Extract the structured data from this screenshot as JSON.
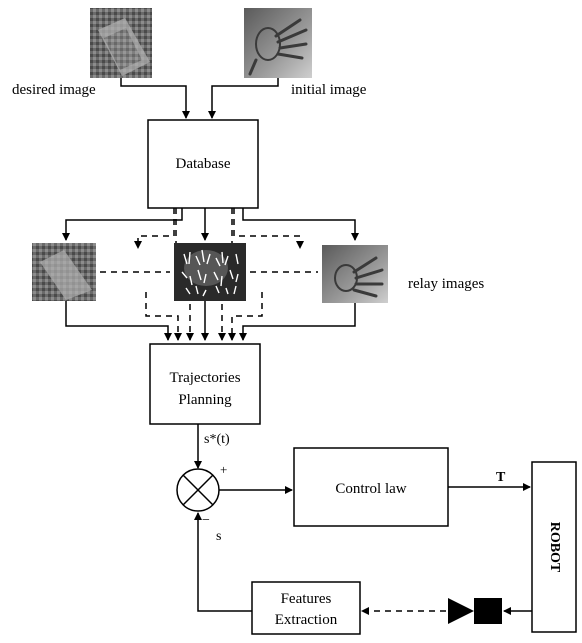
{
  "labels": {
    "desired_image": "desired image",
    "initial_image": "initial image",
    "database": "Database",
    "relay_images": "relay images",
    "trajectories_line1": "Trajectories",
    "trajectories_line2": "Planning",
    "s_star": "s*(t)",
    "plus": "+",
    "minus": "−",
    "s": "s",
    "control_law": "Control law",
    "T": "T",
    "robot": "ROBOT",
    "features_line1": "Features",
    "features_line2": "Extraction"
  },
  "thumbnails": [
    {
      "id": "desired",
      "depicts": "textured-object"
    },
    {
      "id": "initial",
      "depicts": "hand"
    },
    {
      "id": "relay1",
      "depicts": "textured-object"
    },
    {
      "id": "relay2",
      "depicts": "tracked-features"
    },
    {
      "id": "relay3",
      "depicts": "hand"
    }
  ],
  "colors": {
    "stroke": "#000000",
    "thumb_dark": "#3c3c3c",
    "thumb_mid": "#8a8a8a",
    "thumb_light": "#c8c8c8"
  }
}
